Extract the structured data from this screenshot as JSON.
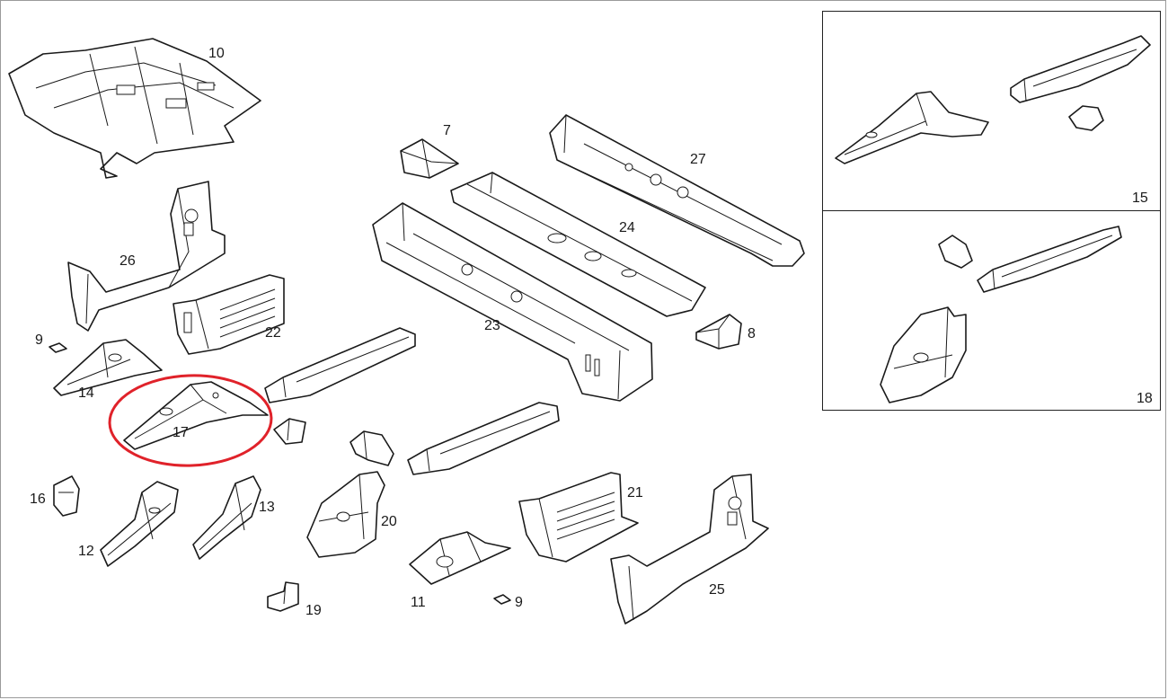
{
  "highlight_color": "#e0222a",
  "highlighted_part": "17",
  "parts": [
    {
      "id": "p10",
      "label": "10"
    },
    {
      "id": "p7",
      "label": "7"
    },
    {
      "id": "p27",
      "label": "27"
    },
    {
      "id": "p24",
      "label": "24"
    },
    {
      "id": "p26",
      "label": "26"
    },
    {
      "id": "p22",
      "label": "22"
    },
    {
      "id": "p23",
      "label": "23"
    },
    {
      "id": "p8",
      "label": "8"
    },
    {
      "id": "p9a",
      "label": "9"
    },
    {
      "id": "p14",
      "label": "14"
    },
    {
      "id": "p17",
      "label": "17"
    },
    {
      "id": "p16",
      "label": "16"
    },
    {
      "id": "p12",
      "label": "12"
    },
    {
      "id": "p13",
      "label": "13"
    },
    {
      "id": "p20",
      "label": "20"
    },
    {
      "id": "p21",
      "label": "21"
    },
    {
      "id": "p11",
      "label": "11"
    },
    {
      "id": "p9b",
      "label": "9"
    },
    {
      "id": "p19",
      "label": "19"
    },
    {
      "id": "p25",
      "label": "25"
    }
  ],
  "insets": [
    {
      "id": "inset15",
      "label": "15"
    },
    {
      "id": "inset18",
      "label": "18"
    }
  ]
}
